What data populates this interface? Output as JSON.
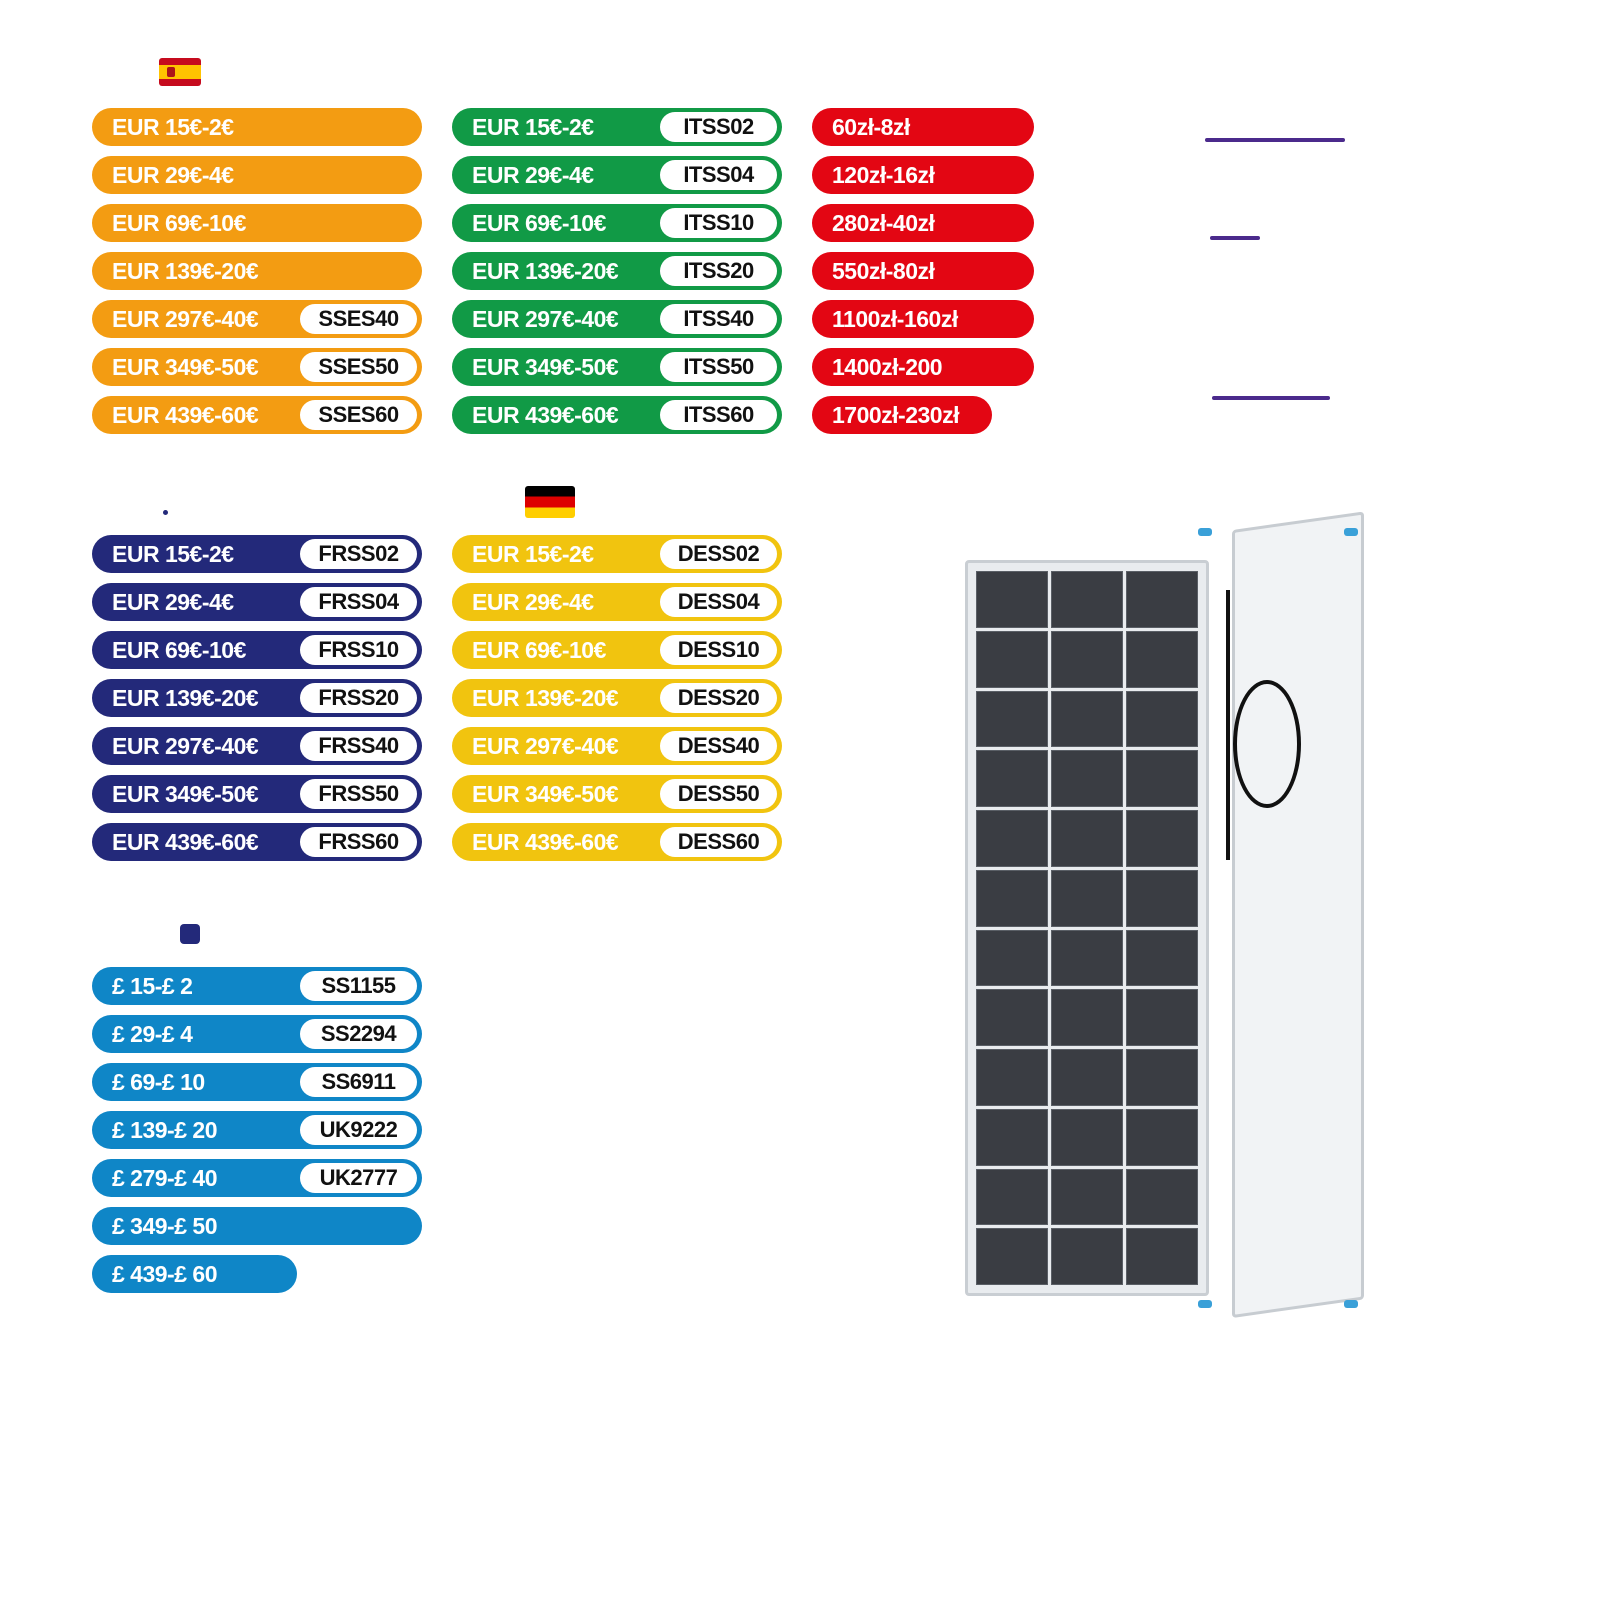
{
  "spain": {
    "flag": "spain-flag",
    "rows": [
      {
        "label": "EUR 15€-2€",
        "code": ""
      },
      {
        "label": "EUR 29€-4€",
        "code": ""
      },
      {
        "label": "EUR 69€-10€",
        "code": ""
      },
      {
        "label": "EUR 139€-20€",
        "code": ""
      },
      {
        "label": "EUR 297€-40€",
        "code": "SSES40"
      },
      {
        "label": "EUR 349€-50€",
        "code": "SSES50"
      },
      {
        "label": "EUR 439€-60€",
        "code": "SSES60"
      }
    ],
    "color": "#f39c12"
  },
  "italy": {
    "rows": [
      {
        "label": "EUR 15€-2€",
        "code": "ITSS02"
      },
      {
        "label": "EUR 29€-4€",
        "code": "ITSS04"
      },
      {
        "label": "EUR 69€-10€",
        "code": "ITSS10"
      },
      {
        "label": "EUR 139€-20€",
        "code": "ITSS20"
      },
      {
        "label": "EUR 297€-40€",
        "code": "ITSS40"
      },
      {
        "label": "EUR 349€-50€",
        "code": "ITSS50"
      },
      {
        "label": "EUR 439€-60€",
        "code": "ITSS60"
      }
    ],
    "color": "#119a46"
  },
  "poland": {
    "rows": [
      {
        "label": "60zł-8zł"
      },
      {
        "label": "120zł-16zł"
      },
      {
        "label": "280zł-40zł"
      },
      {
        "label": "550zł-80zł"
      },
      {
        "label": "1100zł-160zł"
      },
      {
        "label": "1400zł-200"
      },
      {
        "label": "1700zł-230zł"
      }
    ],
    "color": "#e30613"
  },
  "france": {
    "rows": [
      {
        "label": "EUR 15€-2€",
        "code": "FRSS02"
      },
      {
        "label": "EUR 29€-4€",
        "code": "FRSS04"
      },
      {
        "label": "EUR 69€-10€",
        "code": "FRSS10"
      },
      {
        "label": "EUR 139€-20€",
        "code": "FRSS20"
      },
      {
        "label": "EUR 297€-40€",
        "code": "FRSS40"
      },
      {
        "label": "EUR 349€-50€",
        "code": "FRSS50"
      },
      {
        "label": "EUR 439€-60€",
        "code": "FRSS60"
      }
    ],
    "color": "#23297a"
  },
  "germany": {
    "flag": "germany-flag",
    "rows": [
      {
        "label": "EUR 15€-2€",
        "code": "DESS02"
      },
      {
        "label": "EUR 29€-4€",
        "code": "DESS04"
      },
      {
        "label": "EUR 69€-10€",
        "code": "DESS10"
      },
      {
        "label": "EUR 139€-20€",
        "code": "DESS20"
      },
      {
        "label": "EUR 297€-40€",
        "code": "DESS40"
      },
      {
        "label": "EUR 349€-50€",
        "code": "DESS50"
      },
      {
        "label": "EUR 439€-60€",
        "code": "DESS60"
      }
    ],
    "color": "#f1c40f"
  },
  "uk": {
    "rows": [
      {
        "label": "£ 15-£ 2",
        "code": "SS1155"
      },
      {
        "label": "£ 29-£ 4",
        "code": "SS2294"
      },
      {
        "label": "£ 69-£ 10",
        "code": "SS6911"
      },
      {
        "label": "£ 139-£ 20",
        "code": "UK9222"
      },
      {
        "label": "£ 279-£ 40",
        "code": "UK2777"
      },
      {
        "label": "£ 349-£ 50",
        "code": ""
      },
      {
        "label": "£ 439-£ 60",
        "code": ""
      }
    ],
    "color": "#0f86c7"
  },
  "product_image": "solar-panel-pair"
}
